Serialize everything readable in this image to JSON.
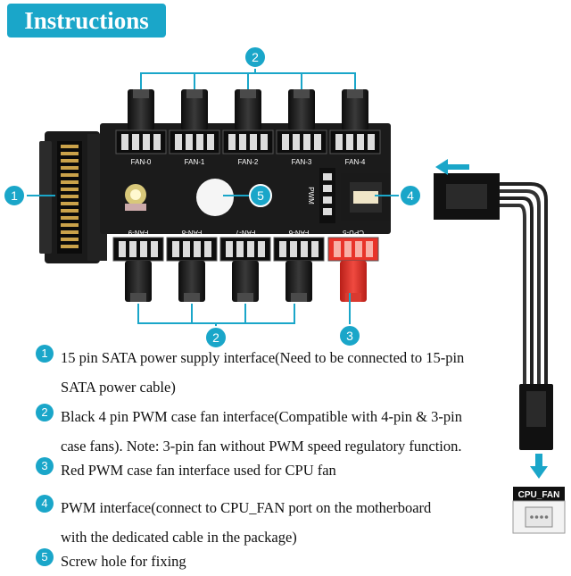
{
  "title": "Instructions",
  "callouts": [
    "1",
    "2",
    "2",
    "3",
    "4",
    "5"
  ],
  "board": {
    "top_fans": [
      "FAN-0",
      "FAN-1",
      "FAN-2",
      "FAN-3",
      "FAN-4"
    ],
    "bottom_fans": [
      "FAN-9",
      "FAN-8",
      "FAN-7",
      "FAN-6",
      "CPU-5"
    ],
    "pwm_label": "PWM"
  },
  "cpu_fan_label": "CPU_FAN",
  "legend": [
    {
      "num": "1",
      "lines": [
        "15 pin SATA power supply interface(Need to be connected to 15-pin",
        "SATA power cable)"
      ]
    },
    {
      "num": "2",
      "lines": [
        "Black 4 pin PWM case fan interface(Compatible with 4-pin & 3-pin",
        "case fans). Note: 3-pin fan without PWM speed regulatory function."
      ]
    },
    {
      "num": "3",
      "lines": [
        "Red PWM case fan interface used for CPU fan"
      ]
    },
    {
      "num": "4",
      "lines": [
        "PWM interface(connect to CPU_FAN port on the motherboard",
        "with the dedicated cable in the package)"
      ]
    },
    {
      "num": "5",
      "lines": [
        "Screw hole for fixing"
      ]
    }
  ],
  "colors": {
    "accent": "#1aa6c9",
    "board": "#1b1b1b",
    "cpu_connector": "#e8332a",
    "text": "#111111"
  }
}
